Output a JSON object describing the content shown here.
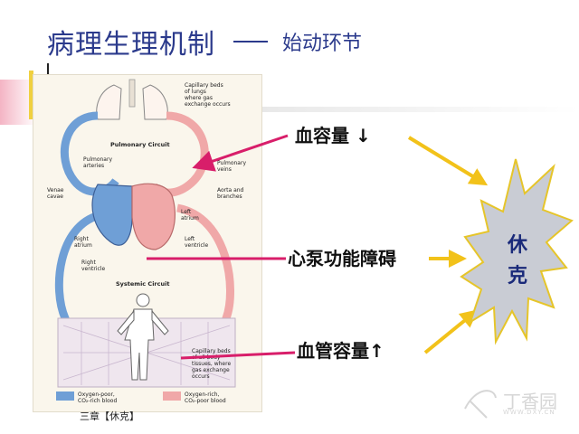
{
  "slide": {
    "title": "病理生理机制",
    "subtitle": "始动环节",
    "footer": "三章【休克】",
    "watermark": {
      "text": "丁香园",
      "url": "WWW.DXY.CN"
    }
  },
  "causes": [
    {
      "id": "blood-volume",
      "text": "血容量 ↓"
    },
    {
      "id": "cardiac-pump",
      "text": "心泵功能障碍"
    },
    {
      "id": "vascular-capacity",
      "text": "血管容量↑"
    }
  ],
  "result": {
    "line1": "休",
    "line2": "克"
  },
  "circulation_diagram": {
    "labels": {
      "capillary_lungs": [
        "Capillary beds",
        "of lungs",
        "where gas",
        "exchange occurs"
      ],
      "pulmonary_circuit": "Pulmonary Circuit",
      "pulmonary_arteries": [
        "Pulmonary",
        "arteries"
      ],
      "pulmonary_veins": [
        "Pulmonary",
        "veins"
      ],
      "venae_cavae": [
        "Venae",
        "cavae"
      ],
      "aorta": [
        "Aorta and",
        "branches"
      ],
      "left_atrium": [
        "Left",
        "atrium"
      ],
      "left_ventricle": [
        "Left",
        "ventricle"
      ],
      "right_atrium": [
        "Right",
        "atrium"
      ],
      "right_ventricle": [
        "Right",
        "ventricle"
      ],
      "systemic_circuit": "Systemic Circuit",
      "capillary_body": [
        "Capillary beds",
        "of all body",
        "tissues, where",
        "gas exchange",
        "occurs"
      ]
    },
    "legend": {
      "poor": [
        "Oxygen-poor,",
        "CO₂-rich blood"
      ],
      "rich": [
        "Oxygen-rich,",
        "CO₂-poor blood"
      ]
    }
  },
  "colors": {
    "title": "#2b3a8c",
    "connector": "#d81e6a",
    "arrow": "#f2c21a",
    "starburst": "#c9ccd4",
    "oxygen_poor": "#6f9fd6",
    "oxygen_rich": "#f0a8a8"
  }
}
